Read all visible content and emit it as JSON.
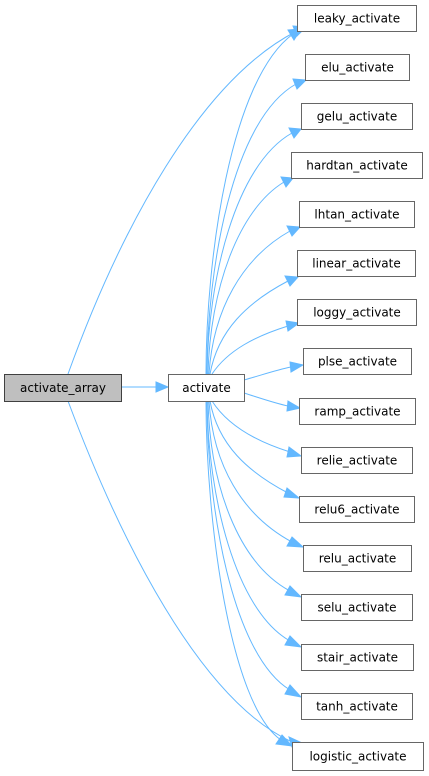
{
  "root": {
    "id": "activate_array",
    "label": "activate_array"
  },
  "hub": {
    "id": "activate",
    "label": "activate"
  },
  "functions": [
    {
      "id": "leaky_activate",
      "label": "leaky_activate"
    },
    {
      "id": "elu_activate",
      "label": "elu_activate"
    },
    {
      "id": "gelu_activate",
      "label": "gelu_activate"
    },
    {
      "id": "hardtan_activate",
      "label": "hardtan_activate"
    },
    {
      "id": "lhtan_activate",
      "label": "lhtan_activate"
    },
    {
      "id": "linear_activate",
      "label": "linear_activate"
    },
    {
      "id": "loggy_activate",
      "label": "loggy_activate"
    },
    {
      "id": "plse_activate",
      "label": "plse_activate"
    },
    {
      "id": "ramp_activate",
      "label": "ramp_activate"
    },
    {
      "id": "relie_activate",
      "label": "relie_activate"
    },
    {
      "id": "relu6_activate",
      "label": "relu6_activate"
    },
    {
      "id": "relu_activate",
      "label": "relu_activate"
    },
    {
      "id": "selu_activate",
      "label": "selu_activate"
    },
    {
      "id": "stair_activate",
      "label": "stair_activate"
    },
    {
      "id": "tanh_activate",
      "label": "tanh_activate"
    },
    {
      "id": "logistic_activate",
      "label": "logistic_activate"
    }
  ],
  "edges": [
    {
      "from": "activate_array",
      "to": "activate"
    },
    {
      "from": "activate_array",
      "to": "leaky_activate"
    },
    {
      "from": "activate_array",
      "to": "logistic_activate"
    },
    {
      "from": "activate",
      "to": "leaky_activate"
    },
    {
      "from": "activate",
      "to": "elu_activate"
    },
    {
      "from": "activate",
      "to": "gelu_activate"
    },
    {
      "from": "activate",
      "to": "hardtan_activate"
    },
    {
      "from": "activate",
      "to": "lhtan_activate"
    },
    {
      "from": "activate",
      "to": "linear_activate"
    },
    {
      "from": "activate",
      "to": "loggy_activate"
    },
    {
      "from": "activate",
      "to": "plse_activate"
    },
    {
      "from": "activate",
      "to": "ramp_activate"
    },
    {
      "from": "activate",
      "to": "relie_activate"
    },
    {
      "from": "activate",
      "to": "relu6_activate"
    },
    {
      "from": "activate",
      "to": "relu_activate"
    },
    {
      "from": "activate",
      "to": "selu_activate"
    },
    {
      "from": "activate",
      "to": "stair_activate"
    },
    {
      "from": "activate",
      "to": "tanh_activate"
    },
    {
      "from": "activate",
      "to": "logistic_activate"
    }
  ],
  "colors": {
    "edge": "#63b8ff",
    "root_fill": "#bfbfbf",
    "node_fill": "#ffffff",
    "node_border": "#666666"
  }
}
